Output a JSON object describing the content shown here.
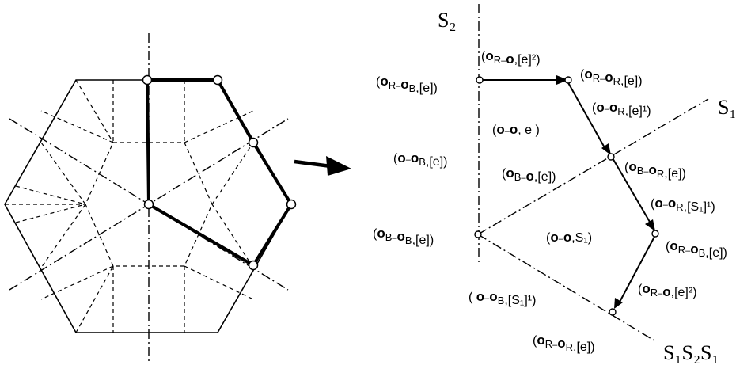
{
  "mirrors": {
    "s2": "S₂",
    "s1": "S₁",
    "s1s2s1": "S₁S₂S₁"
  },
  "labels": {
    "top_left_vertex": {
      "pre": "(",
      "sub1": "R",
      "mid": "–",
      "sub2": "B",
      "post": ",[e])"
    },
    "top_edge": {
      "pre": "(",
      "sub1": "R",
      "mid": "–",
      "sub2": "",
      "post": ",[e]²)"
    },
    "top_right_vertex": {
      "pre": "(",
      "sub1": "R",
      "mid": "–",
      "sub2": "R",
      "post": ",[e])"
    },
    "right_edge_1": {
      "pre": "(",
      "sub1": "",
      "mid": "–",
      "sub2": "R",
      "post": ",[e]¹)"
    },
    "center_region": {
      "pre": "(",
      "sub1": "",
      "mid": "–",
      "sub2": "",
      "post": ", e )"
    },
    "left_region": {
      "pre": "(",
      "sub1": "",
      "mid": "–",
      "sub2": "B",
      "post": ",[e])"
    },
    "center_edge": {
      "pre": "(",
      "sub1": "B",
      "mid": "–",
      "sub2": "",
      "post": ",[e])"
    },
    "right_vertex_1": {
      "pre": "(",
      "sub1": "B",
      "mid": "–",
      "sub2": "R",
      "post": ",[e])"
    },
    "right_edge_2": {
      "pre": "(",
      "sub1": "",
      "mid": "–",
      "sub2": "R",
      "post": ",[S₁]¹)"
    },
    "origin_vertex": {
      "pre": "(",
      "sub1": "B",
      "mid": "–",
      "sub2": "B",
      "post": ",[e])"
    },
    "lower_region": {
      "pre": "(",
      "sub1": "",
      "mid": "–",
      "sub2": "",
      "post": ",S₁)"
    },
    "right_vertex_2": {
      "pre": "(",
      "sub1": "R",
      "mid": "–",
      "sub2": "B",
      "post": ",[e])"
    },
    "right_edge_3": {
      "pre": "(",
      "sub1": "R",
      "mid": "–",
      "sub2": "",
      "post": ",[e]²)"
    },
    "lower_edge": {
      "pre": "( ",
      "sub1": "",
      "mid": "–",
      "sub2": "B",
      "post": ",[S₁]¹)"
    },
    "bottom_vertex": {
      "pre": "(",
      "sub1": "R",
      "mid": "–",
      "sub2": "R",
      "post": ",[e])"
    }
  }
}
